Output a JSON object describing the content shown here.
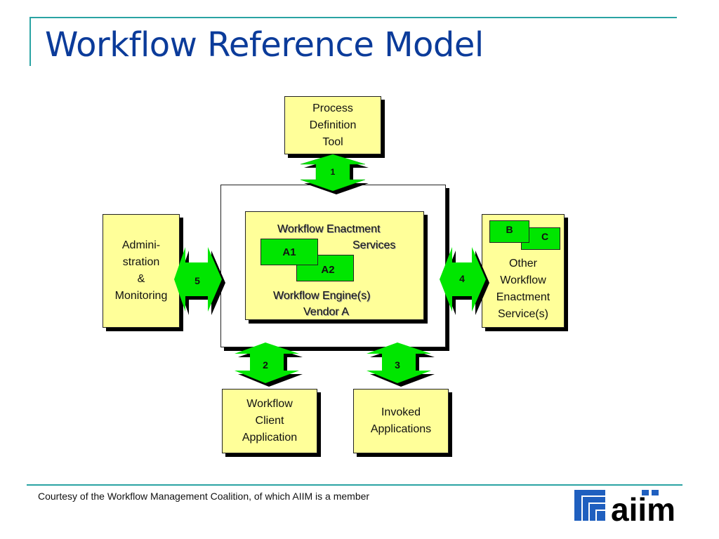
{
  "title": "Workflow Reference Model",
  "footer": "Courtesy of the Workflow Management Coalition, of which AIIM is a member",
  "colors": {
    "rule": "#2aa3a3",
    "title": "#0b3b9a",
    "box_fill": "#ffff99",
    "arrow_fill": "#00e600",
    "logo_blue": "#1f5fbf"
  },
  "diagram": {
    "process_definition_tool": [
      "Process",
      "Definition",
      "Tool"
    ],
    "administration": [
      "Admini-",
      "stration",
      "&",
      "Monitoring"
    ],
    "other_services": {
      "lines": [
        "Other",
        "Workflow",
        "Enactment",
        "Service(s)"
      ],
      "engines": [
        "B",
        "C"
      ]
    },
    "workflow_client": [
      "Workflow",
      "Client",
      "Application"
    ],
    "invoked_apps": [
      "Invoked",
      "Applications"
    ],
    "enactment": {
      "heading_line1": "Workflow Enactment",
      "heading_line2": "Services",
      "engines": [
        "A1",
        "A2"
      ],
      "engine_line1": "Workflow Engine(s)",
      "engine_line2": "Vendor A"
    },
    "interfaces": [
      "1",
      "2",
      "3",
      "4",
      "5"
    ]
  },
  "logo": {
    "text": "aiim"
  }
}
